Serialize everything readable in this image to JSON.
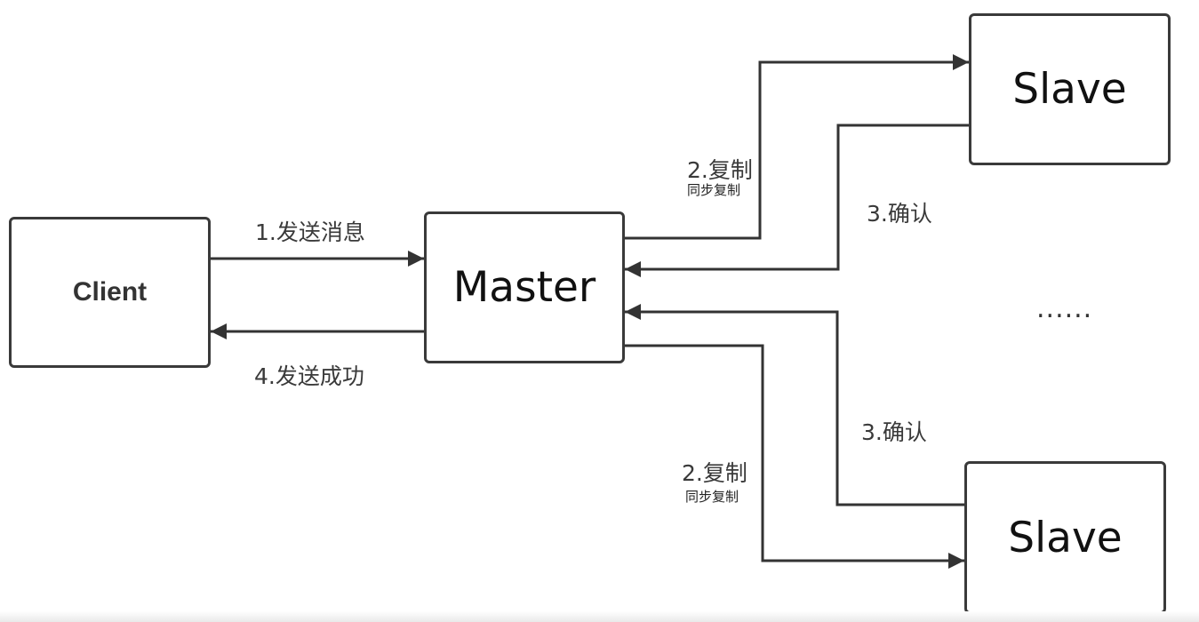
{
  "nodes": {
    "client": "Client",
    "master": "Master",
    "slave_top": "Slave",
    "slave_bottom": "Slave"
  },
  "edges": {
    "send_message": "1.发送消息",
    "send_success": "4.发送成功",
    "replicate_top": "2.复制",
    "replicate_top_sub": "同步复制",
    "ack_top": "3.确认",
    "replicate_bottom": "2.复制",
    "replicate_bottom_sub": "同步复制",
    "ack_bottom": "3.确认"
  },
  "more_slaves": "......",
  "colors": {
    "line": "#333333",
    "box_border": "#3a3a3a",
    "label": "#3a3a3a"
  }
}
